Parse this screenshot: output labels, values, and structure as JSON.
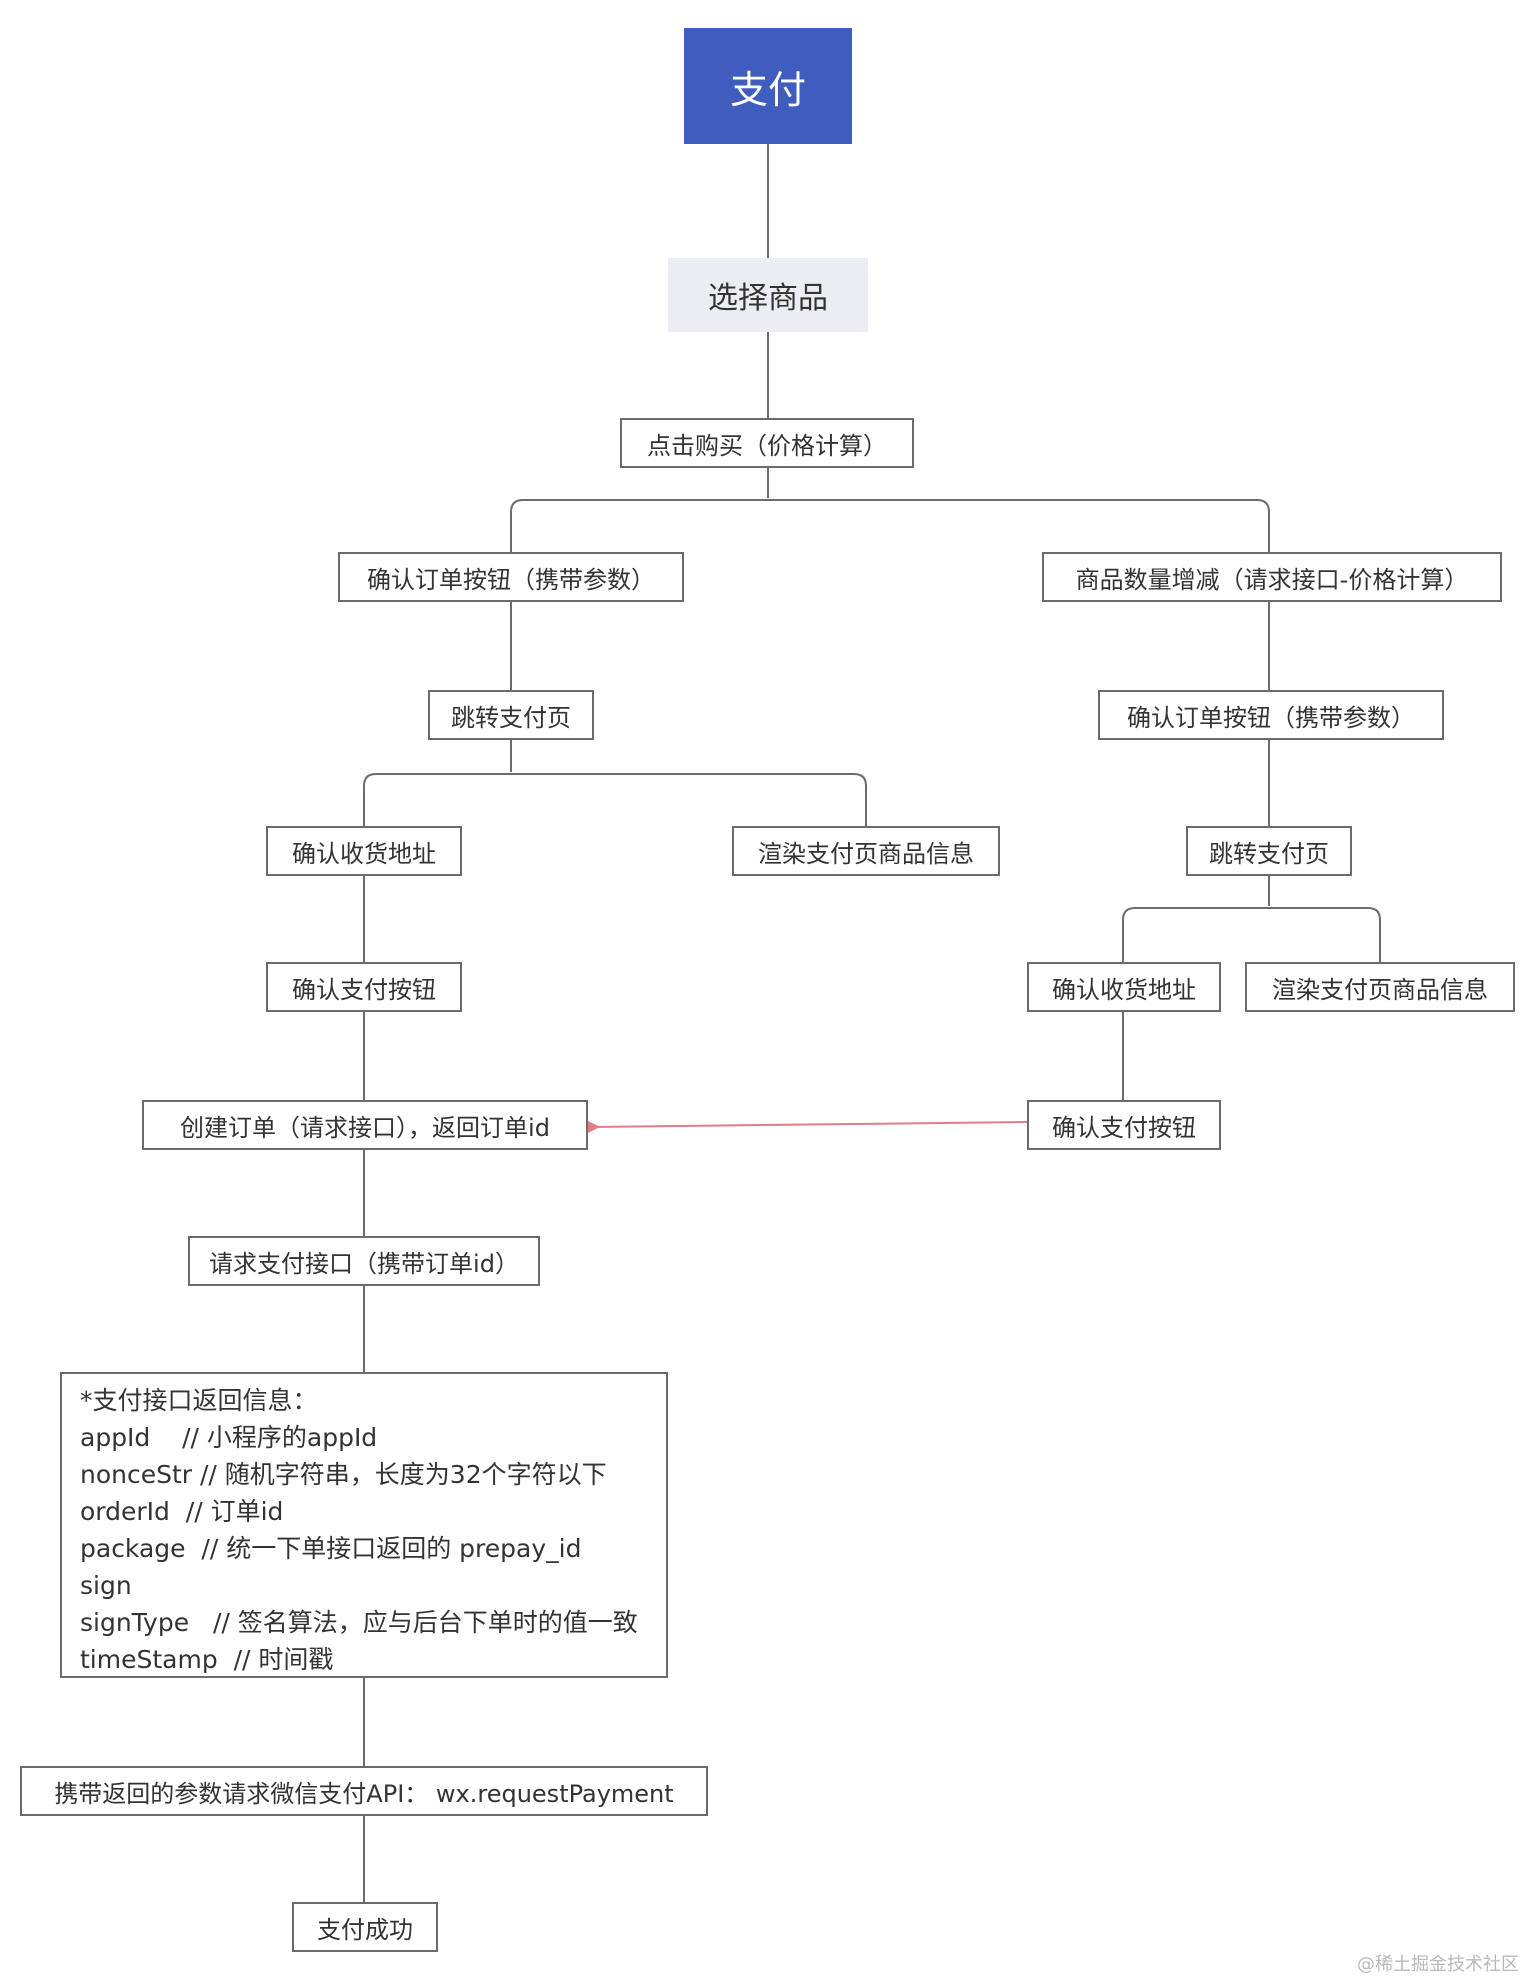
{
  "nodes": {
    "root": "支付",
    "select_goods": "选择商品",
    "click_buy": "点击购买（价格计算）",
    "left": {
      "confirm_order": "确认订单按钮（携带参数）",
      "goto_pay": "跳转支付页",
      "confirm_address": "确认收货地址",
      "render_goods": "渲染支付页商品信息",
      "confirm_pay": "确认支付按钮",
      "create_order": "创建订单（请求接口），返回订单id",
      "request_pay": "请求支付接口（携带订单id）",
      "pay_info_lines": [
        "*支付接口返回信息：",
        "appId    // 小程序的appId",
        "nonceStr // 随机字符串，长度为32个字符以下",
        "orderId  // 订单id",
        "package  // 统一下单接口返回的 prepay_id",
        "sign",
        "signType   // 签名算法，应与后台下单时的值一致",
        "timeStamp  // 时间戳"
      ],
      "wx_pay": "携带返回的参数请求微信支付API：  wx.requestPayment",
      "success": "支付成功"
    },
    "right": {
      "quantity": "商品数量增减（请求接口-价格计算）",
      "confirm_order": "确认订单按钮（携带参数）",
      "goto_pay": "跳转支付页",
      "confirm_address": "确认收货地址",
      "render_goods": "渲染支付页商品信息",
      "confirm_pay": "确认支付按钮"
    }
  },
  "colors": {
    "root_fill": "#3f5cbf",
    "sub_fill": "#ecedf3",
    "line": "#6b6b6b",
    "arrow": "#e07b8a"
  },
  "watermark": "@稀土掘金技术社区"
}
